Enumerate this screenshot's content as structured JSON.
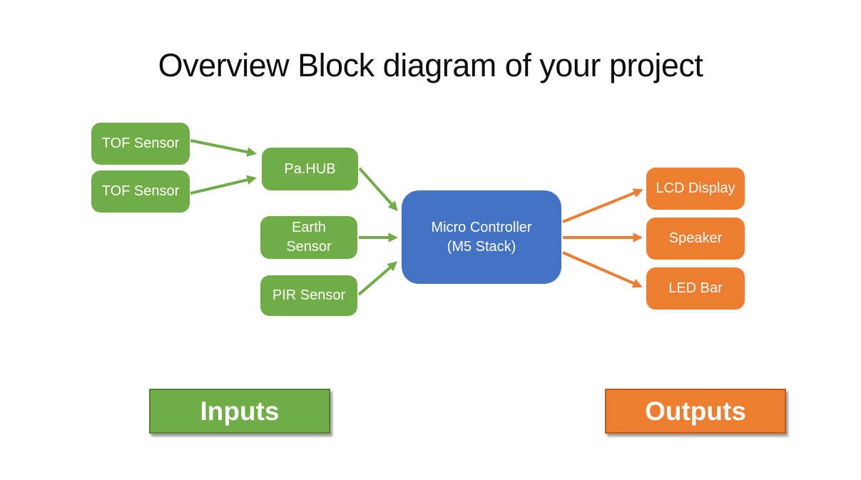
{
  "title": "Overview Block diagram of your project",
  "nodes": {
    "tof1": {
      "label": "TOF Sensor",
      "type": "input"
    },
    "tof2": {
      "label": "TOF Sensor",
      "type": "input"
    },
    "pahub": {
      "label": "Pa.HUB",
      "type": "input"
    },
    "earth": {
      "label": "Earth Sensor",
      "type": "input"
    },
    "pir": {
      "label": "PIR Sensor",
      "type": "input"
    },
    "mcu": {
      "label": "Micro Controller (M5 Stack)",
      "type": "controller"
    },
    "lcd": {
      "label": "LCD Display",
      "type": "output"
    },
    "speaker": {
      "label": "Speaker",
      "type": "output"
    },
    "ledbar": {
      "label": "LED Bar",
      "type": "output"
    }
  },
  "legend": {
    "inputs_label": "Inputs",
    "outputs_label": "Outputs"
  },
  "connections": [
    {
      "from": "tof1",
      "to": "pahub",
      "color": "green"
    },
    {
      "from": "tof2",
      "to": "pahub",
      "color": "green"
    },
    {
      "from": "pahub",
      "to": "mcu",
      "color": "green"
    },
    {
      "from": "earth",
      "to": "mcu",
      "color": "green"
    },
    {
      "from": "pir",
      "to": "mcu",
      "color": "green"
    },
    {
      "from": "mcu",
      "to": "lcd",
      "color": "orange"
    },
    {
      "from": "mcu",
      "to": "speaker",
      "color": "orange"
    },
    {
      "from": "mcu",
      "to": "ledbar",
      "color": "orange"
    }
  ],
  "colors": {
    "input_green": "#70ad47",
    "controller_blue": "#4472c4",
    "output_orange": "#ed7d31",
    "inputs_border_green": "#538135",
    "outputs_border_orange": "#c55a11",
    "title_text": "#0d0d0d",
    "node_text": "#ffffff"
  }
}
